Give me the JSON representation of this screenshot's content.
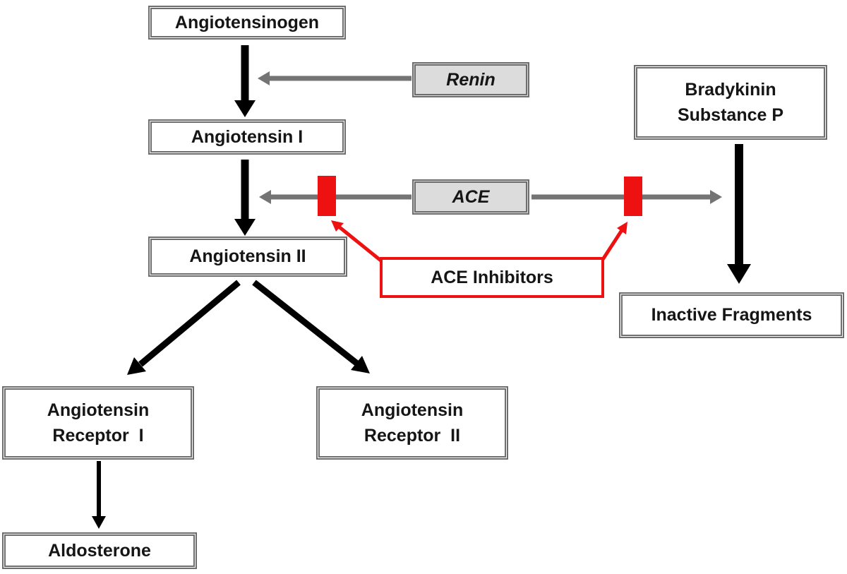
{
  "diagram": {
    "type": "flow-diagram",
    "subject": "Renin-Angiotensin pathway with ACE Inhibitors"
  },
  "nodes": {
    "angiotensinogen": {
      "label": "Angiotensinogen"
    },
    "renin": {
      "label": "Renin"
    },
    "angiotensin_i": {
      "label": "Angiotensin I"
    },
    "ace": {
      "label": "ACE"
    },
    "bradykinin": {
      "line1": "Bradykinin",
      "line2": "Substance P"
    },
    "angiotensin_ii": {
      "label": "Angiotensin II"
    },
    "ace_inhibitors": {
      "label": "ACE Inhibitors"
    },
    "inactive_fragments": {
      "label": "Inactive Fragments"
    },
    "receptor_i": {
      "line1": "Angiotensin",
      "line2": "Receptor  I"
    },
    "receptor_ii": {
      "line1": "Angiotensin",
      "line2": "Receptor  II"
    },
    "aldosterone": {
      "label": "Aldosterone"
    }
  },
  "edges": [
    {
      "from": "Angiotensinogen",
      "to": "Angiotensin I",
      "style": "black-arrow"
    },
    {
      "from": "Renin",
      "to": "Angiotensinogen to Angiotensin I conversion",
      "role": "catalyzes",
      "style": "gray-arrow"
    },
    {
      "from": "Angiotensin I",
      "to": "Angiotensin II",
      "style": "black-arrow"
    },
    {
      "from": "ACE",
      "to": "Angiotensin I to Angiotensin II conversion",
      "role": "catalyzes",
      "style": "gray-arrow",
      "blocked_by": "ACE Inhibitors"
    },
    {
      "from": "ACE",
      "to": "Bradykinin Substance P degradation",
      "role": "catalyzes",
      "style": "gray-arrow",
      "blocked_by": "ACE Inhibitors"
    },
    {
      "from": "Bradykinin Substance P",
      "to": "Inactive Fragments",
      "style": "black-arrow"
    },
    {
      "from": "Angiotensin II",
      "to": "Angiotensin Receptor I",
      "style": "black-arrow"
    },
    {
      "from": "Angiotensin II",
      "to": "Angiotensin Receptor II",
      "style": "black-arrow"
    },
    {
      "from": "Angiotensin Receptor I",
      "to": "Aldosterone",
      "style": "black-arrow"
    },
    {
      "from": "ACE Inhibitors",
      "to": "ACE block site (left)",
      "style": "red-arrow"
    },
    {
      "from": "ACE Inhibitors",
      "to": "ACE block site (right)",
      "style": "red-arrow"
    }
  ],
  "colors": {
    "arrow_black": "#000000",
    "arrow_gray": "#747474",
    "inhibitor_red": "#ee1111",
    "box_border": "#6e6e6e",
    "enzyme_fill": "#dcdcdc",
    "text_color": "#151515"
  }
}
